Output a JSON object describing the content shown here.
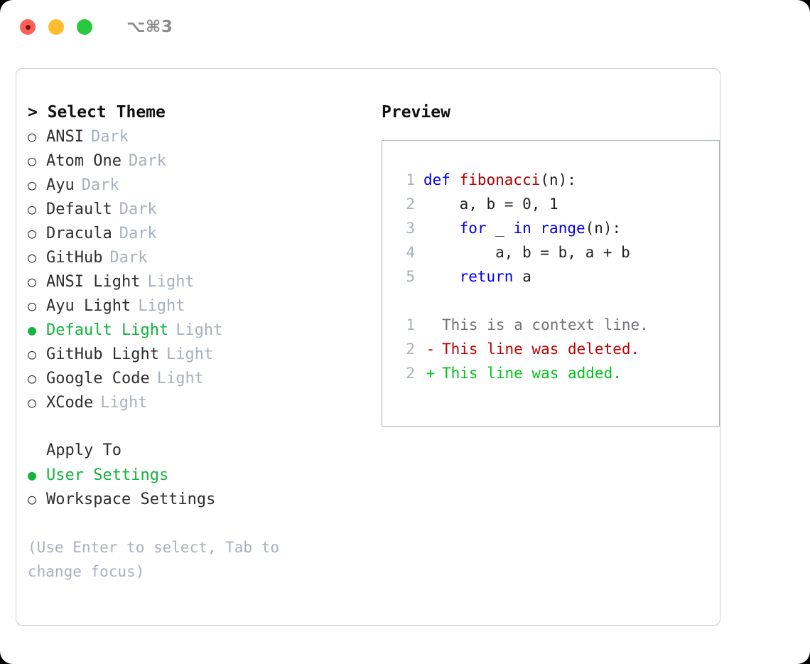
{
  "titlebar": {
    "shortcut": "⌥⌘3",
    "lights": [
      "close-red",
      "minimize-yellow",
      "maximize-green"
    ]
  },
  "theme_panel": {
    "header": "> Select Theme",
    "items": [
      {
        "marker": "○",
        "label": "ANSI",
        "suffix": "Dark",
        "selected": false
      },
      {
        "marker": "○",
        "label": "Atom One",
        "suffix": "Dark",
        "selected": false
      },
      {
        "marker": "○",
        "label": "Ayu",
        "suffix": "Dark",
        "selected": false
      },
      {
        "marker": "○",
        "label": "Default",
        "suffix": "Dark",
        "selected": false
      },
      {
        "marker": "○",
        "label": "Dracula",
        "suffix": "Dark",
        "selected": false
      },
      {
        "marker": "○",
        "label": "GitHub",
        "suffix": "Dark",
        "selected": false
      },
      {
        "marker": "○",
        "label": "ANSI Light",
        "suffix": "Light",
        "selected": false
      },
      {
        "marker": "○",
        "label": "Ayu Light",
        "suffix": "Light",
        "selected": false
      },
      {
        "marker": "●",
        "label": "Default Light",
        "suffix": "Light",
        "selected": true
      },
      {
        "marker": "○",
        "label": "GitHub Light",
        "suffix": "Light",
        "selected": false
      },
      {
        "marker": "○",
        "label": "Google Code",
        "suffix": "Light",
        "selected": false
      },
      {
        "marker": "○",
        "label": "XCode",
        "suffix": "Light",
        "selected": false
      }
    ]
  },
  "apply_to": {
    "header": "Apply To",
    "items": [
      {
        "marker": "●",
        "label": "User Settings",
        "selected": true
      },
      {
        "marker": "○",
        "label": "Workspace Settings",
        "selected": false
      }
    ]
  },
  "hint": "(Use Enter to select, Tab to change focus)",
  "preview": {
    "header": "Preview",
    "code": [
      {
        "lineno": "1",
        "tokens": [
          {
            "text": "def ",
            "type": "kw"
          },
          {
            "text": "fibonacci",
            "type": "fn"
          },
          {
            "text": "(n):",
            "type": "plain"
          }
        ]
      },
      {
        "lineno": "2",
        "tokens": [
          {
            "text": "    a, b = 0, 1",
            "type": "plain"
          }
        ]
      },
      {
        "lineno": "3",
        "tokens": [
          {
            "text": "    ",
            "type": "plain"
          },
          {
            "text": "for",
            "type": "kw"
          },
          {
            "text": " _ ",
            "type": "plain"
          },
          {
            "text": "in",
            "type": "kw"
          },
          {
            "text": " ",
            "type": "plain"
          },
          {
            "text": "range",
            "type": "kw"
          },
          {
            "text": "(n):",
            "type": "plain"
          }
        ]
      },
      {
        "lineno": "4",
        "tokens": [
          {
            "text": "        a, b = b, a + b",
            "type": "plain"
          }
        ]
      },
      {
        "lineno": "5",
        "tokens": [
          {
            "text": "    ",
            "type": "plain"
          },
          {
            "text": "return",
            "type": "kw"
          },
          {
            "text": " a",
            "type": "plain"
          }
        ]
      }
    ],
    "diff": [
      {
        "lineno": "1",
        "sign": " ",
        "text": "This is a context line.",
        "kind": "context"
      },
      {
        "lineno": "2",
        "sign": "-",
        "text": "This line was deleted.",
        "kind": "deleted"
      },
      {
        "lineno": "2",
        "sign": "+",
        "text": "This line was added.",
        "kind": "added"
      }
    ]
  },
  "colors": {
    "accent_green": "#13b33f",
    "muted": "#a8b0be",
    "keyword_blue": "#0000ee",
    "function_red": "#b00000",
    "diff_deleted": "#c10000",
    "diff_added": "#00c31a",
    "border": "#c9ced6"
  }
}
